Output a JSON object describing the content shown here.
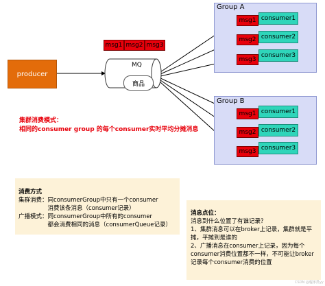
{
  "producer": {
    "label": "producer"
  },
  "mq": {
    "label": "MQ",
    "content": "商品"
  },
  "queue_messages": [
    "msg1",
    "msg2",
    "msg3"
  ],
  "groups": [
    {
      "title": "Group A",
      "rows": [
        {
          "msg": "msg1",
          "consumer": "consumer1"
        },
        {
          "msg": "msg2",
          "consumer": "consumer2"
        },
        {
          "msg": "msg3",
          "consumer": "consumer3"
        }
      ]
    },
    {
      "title": "Group B",
      "rows": [
        {
          "msg": "msg1",
          "consumer": "consumer1"
        },
        {
          "msg": "msg2",
          "consumer": "consumer2"
        },
        {
          "msg": "msg3",
          "consumer": "consumer3"
        }
      ]
    }
  ],
  "cluster_note": {
    "title": "集群消费模式：",
    "text": "相同的consumer group 的每个consumer实时平均分摊消息"
  },
  "consume_modes": {
    "title": "消费方式",
    "items": [
      {
        "key": "集群消费：",
        "lines": [
          "同consumerGroup中只有一个consumer",
          "消费该条消息（consumer记录）"
        ]
      },
      {
        "key": "广播模式：",
        "lines": [
          "同consumerGroup中所有的consumer",
          "都会消费相同的消息（consumerQueue记录）"
        ]
      }
    ]
  },
  "offset_note": {
    "title": "消息点位：",
    "lines": [
      "消息到什么位置了有谁记录？",
      "1、集群消息可以在broker上记录，集群就是平",
      "摊，平摊到是谁的",
      "2、广播消息在consumer上记录，因为每个",
      "consumer消费位置都不一样，不可能让broker",
      "记录每个consumer消费的位置"
    ]
  },
  "watermark": "CSDN @程序员yy"
}
